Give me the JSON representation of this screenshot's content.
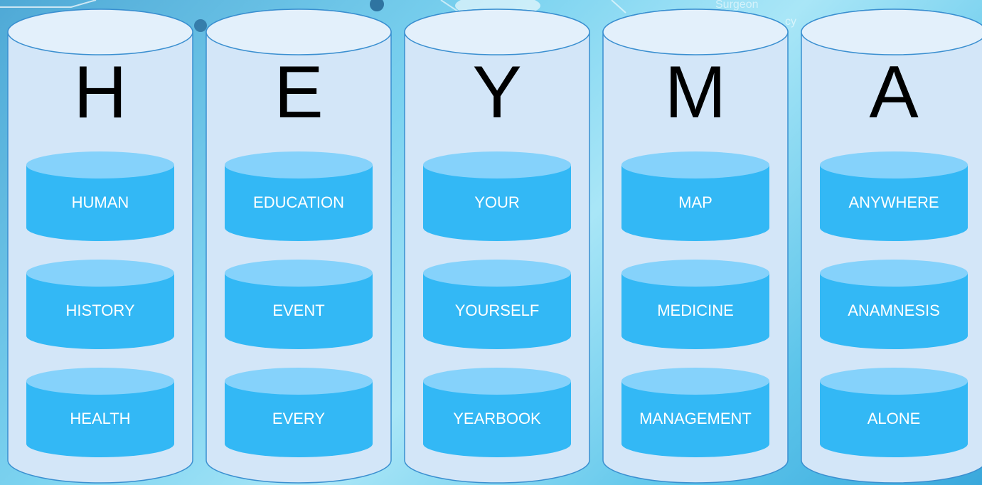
{
  "background": {
    "texts": [
      "Surgeon",
      "cy"
    ]
  },
  "colors": {
    "column_fill": "#d3e6f8",
    "column_stroke": "#3a8fd0",
    "item_body": "#33b8f5",
    "item_top": "#85d2fb",
    "label": "#ffffff",
    "letter": "#000000"
  },
  "columns": [
    {
      "letter": "H",
      "words": [
        "HUMAN",
        "HISTORY",
        "HEALTH"
      ]
    },
    {
      "letter": "E",
      "words": [
        "EDUCATION",
        "EVENT",
        "EVERY"
      ]
    },
    {
      "letter": "Y",
      "words": [
        "YOUR",
        "YOURSELF",
        "YEARBOOK"
      ]
    },
    {
      "letter": "M",
      "words": [
        "MAP",
        "MEDICINE",
        "MANAGEMENT"
      ]
    },
    {
      "letter": "A",
      "words": [
        "ANYWHERE",
        "ANAMNESIS",
        "ALONE"
      ]
    }
  ]
}
